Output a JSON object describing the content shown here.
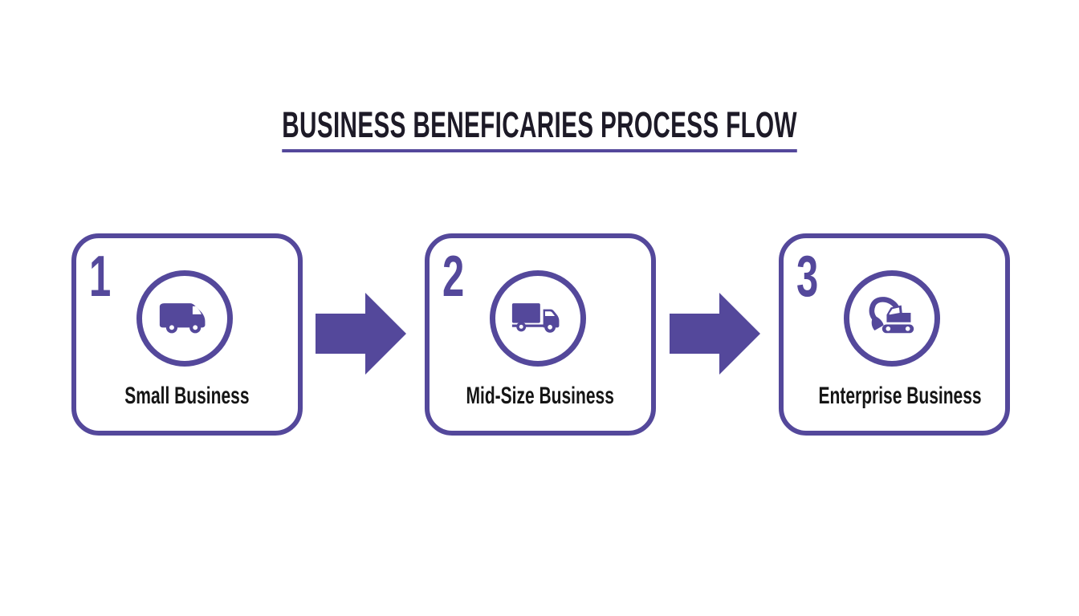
{
  "title": {
    "text": "BUSINESS BENEFICARIES PROCESS FLOW"
  },
  "colors": {
    "accent": "#54489B",
    "title_text": "#1d1a27",
    "label_text": "#151515",
    "background": "#ffffff"
  },
  "steps": [
    {
      "number": "1",
      "label": "Small Business",
      "icon": "delivery-van-icon"
    },
    {
      "number": "2",
      "label": "Mid-Size Business",
      "icon": "box-truck-icon"
    },
    {
      "number": "3",
      "label": "Enterprise Business",
      "icon": "excavator-icon"
    }
  ],
  "arrows": [
    {
      "icon": "right-arrow-icon"
    },
    {
      "icon": "right-arrow-icon"
    }
  ]
}
